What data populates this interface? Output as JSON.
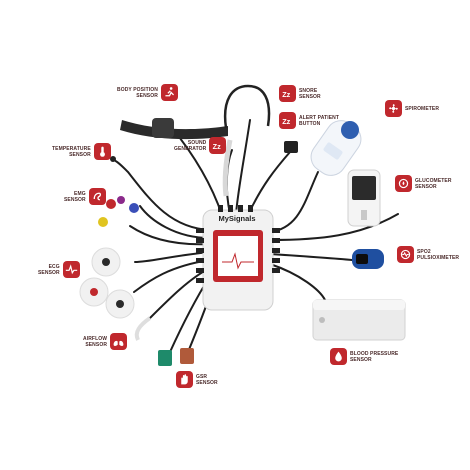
{
  "device": {
    "brand": "MySignals"
  },
  "accent_color": "#c0282d",
  "sensors": [
    {
      "id": "body-position",
      "label": [
        "BODY POSITION",
        "SENSOR"
      ],
      "icon": "body-position-icon"
    },
    {
      "id": "snore",
      "label": [
        "SNORE",
        "SENSOR"
      ],
      "icon": "snore-icon"
    },
    {
      "id": "alert-patient",
      "label": [
        "ALERT PATIENT",
        "BUTTON"
      ],
      "icon": "alert-button-icon"
    },
    {
      "id": "spirometer",
      "label": [
        "SPIROMETER"
      ],
      "icon": "spirometer-icon"
    },
    {
      "id": "temperature",
      "label": [
        "TEMPERATURE",
        "SENSOR"
      ],
      "icon": "thermometer-icon"
    },
    {
      "id": "sound-generator",
      "label": [
        "SOUND",
        "GENERATOR"
      ],
      "icon": "sound-icon"
    },
    {
      "id": "glucometer",
      "label": [
        "GLUCOMETER",
        "SENSOR"
      ],
      "icon": "glucometer-icon"
    },
    {
      "id": "emg",
      "label": [
        "EMG",
        "SENSOR"
      ],
      "icon": "emg-icon"
    },
    {
      "id": "spo2",
      "label": [
        "SPO2",
        "PULSIOXIMETER"
      ],
      "icon": "pulse-oximeter-icon"
    },
    {
      "id": "ecg",
      "label": [
        "ECG",
        "SENSOR"
      ],
      "icon": "ecg-icon"
    },
    {
      "id": "blood-pressure",
      "label": [
        "BLOOD PRESSURE",
        "SENSOR"
      ],
      "icon": "blood-pressure-icon"
    },
    {
      "id": "airflow",
      "label": [
        "AIRFLOW",
        "SENSOR"
      ],
      "icon": "lungs-icon"
    },
    {
      "id": "gsr",
      "label": [
        "GSR",
        "SENSOR"
      ],
      "icon": "gsr-icon"
    }
  ]
}
